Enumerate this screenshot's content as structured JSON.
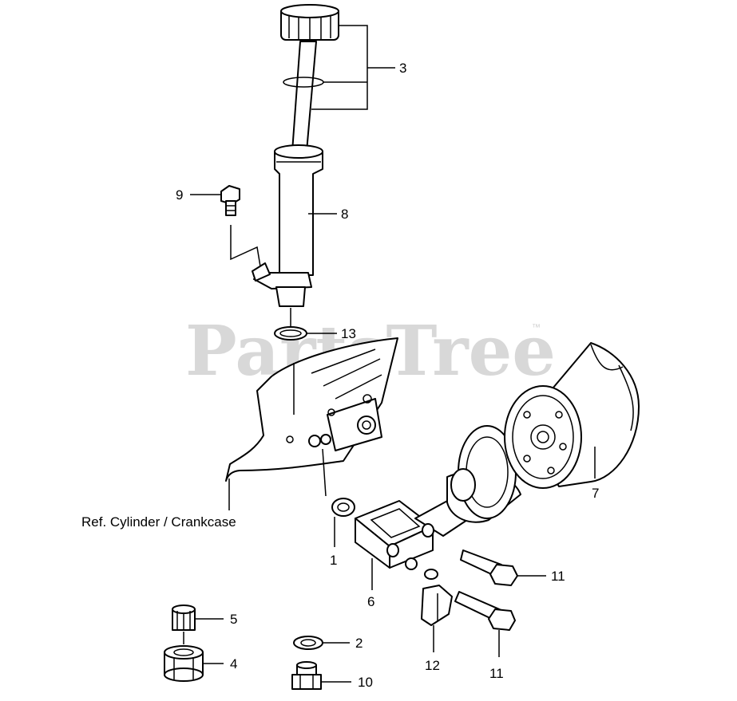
{
  "watermark": {
    "text": "PartsTree",
    "trademark": "™"
  },
  "reference_label": "Ref. Cylinder / Crankcase",
  "callouts": {
    "c1": "1",
    "c2": "2",
    "c3": "3",
    "c4": "4",
    "c5": "5",
    "c6": "6",
    "c7": "7",
    "c8": "8",
    "c9": "9",
    "c10": "10",
    "c11a": "11",
    "c11b": "11",
    "c12": "12",
    "c13": "13"
  }
}
